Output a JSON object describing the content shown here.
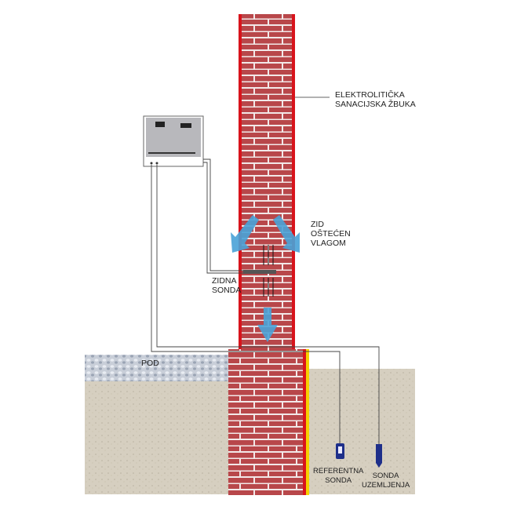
{
  "labels": {
    "plaster": [
      "ELEKTROLITIČKA",
      "SANACIJSKA ŽBUKA"
    ],
    "wall": [
      "ZID",
      "OŠTEĆEN",
      "VLAGOM"
    ],
    "wall_probe": [
      "ZIDNA",
      "SONDA"
    ],
    "floor": "POD",
    "reference_probe": [
      "REFERENTNA",
      "SONDA"
    ],
    "ground_probe": [
      "SONDA",
      "UZEMLJENJA"
    ]
  },
  "colors": {
    "brick": "#b8474a",
    "mortar": "#f0e6e6",
    "render": "#d8141c",
    "yellow": "#f5d000",
    "arrow": "#4aa3d8",
    "probe": "#1e2f8a",
    "soil": "#d4ccbc",
    "gravel": "#b8c0cc"
  }
}
